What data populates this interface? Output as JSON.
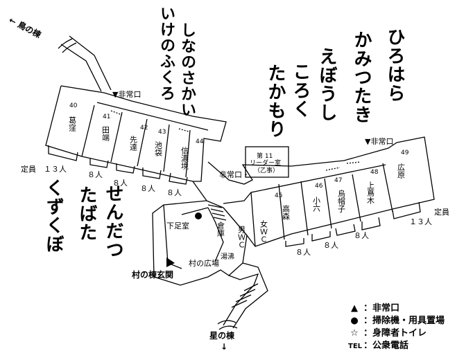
{
  "labels": {
    "tori_building": "← 鳥の棟",
    "hoshi_building": "星の棟",
    "hoshi_arrow": "↓",
    "emergency_exit": "▼非常口",
    "emergency_exit_right": "▼非常口",
    "emergency_exit_mid": "非常口・",
    "leader_room_line1": "第 11",
    "leader_room_line2": "リーダー室",
    "leader_room_line3": "（乙事）",
    "capacity_left": "定員　１３人",
    "capacity_right": "定員",
    "capacity_right_num": "１３人",
    "entrance": "村の棟玄関",
    "plaza": "村の広場",
    "shoe_room": "下足室",
    "storage": "倉庫",
    "bath": "湯沸",
    "male_wc": "男ＷＣ",
    "female_wc": "女ＷＣ"
  },
  "group_names": {
    "top_left_1": "いけのふくろ",
    "top_left_2": "しなのさかい",
    "top_right_1": "ひろはら",
    "top_right_2": "かみつたき",
    "top_right_3": "えぼうし",
    "top_right_4": "ころく",
    "top_right_5": "たかもり",
    "bottom_1": "せんだつ",
    "bottom_2": "たばた",
    "bottom_3": "くずくぼ"
  },
  "rooms": [
    {
      "num": "40",
      "name": "葛窪"
    },
    {
      "num": "41",
      "name": "田端"
    },
    {
      "num": "42",
      "name": "先達"
    },
    {
      "num": "43",
      "name": "池袋"
    },
    {
      "num": "44",
      "name": "信濃境"
    },
    {
      "num": "45",
      "name": "高森"
    },
    {
      "num": "46",
      "name": "小六"
    },
    {
      "num": "47",
      "name": "烏帽子"
    },
    {
      "num": "48",
      "name": "上蔦木"
    },
    {
      "num": "49",
      "name": "広原"
    }
  ],
  "capacities": [
    "８人",
    "８人",
    "８人",
    "８人",
    "８人",
    "８人",
    "８人"
  ],
  "legend": [
    {
      "symbol": "▲",
      "icon": "triangle-icon",
      "text": "：非常口"
    },
    {
      "symbol": "●",
      "icon": "dot-icon",
      "text": "：掃除機・用具置場"
    },
    {
      "symbol": "☆",
      "icon": "star-icon",
      "text": "：身障者トイレ"
    },
    {
      "symbol": "TEL",
      "icon": "telephone-icon",
      "text": "：公衆電話"
    }
  ]
}
